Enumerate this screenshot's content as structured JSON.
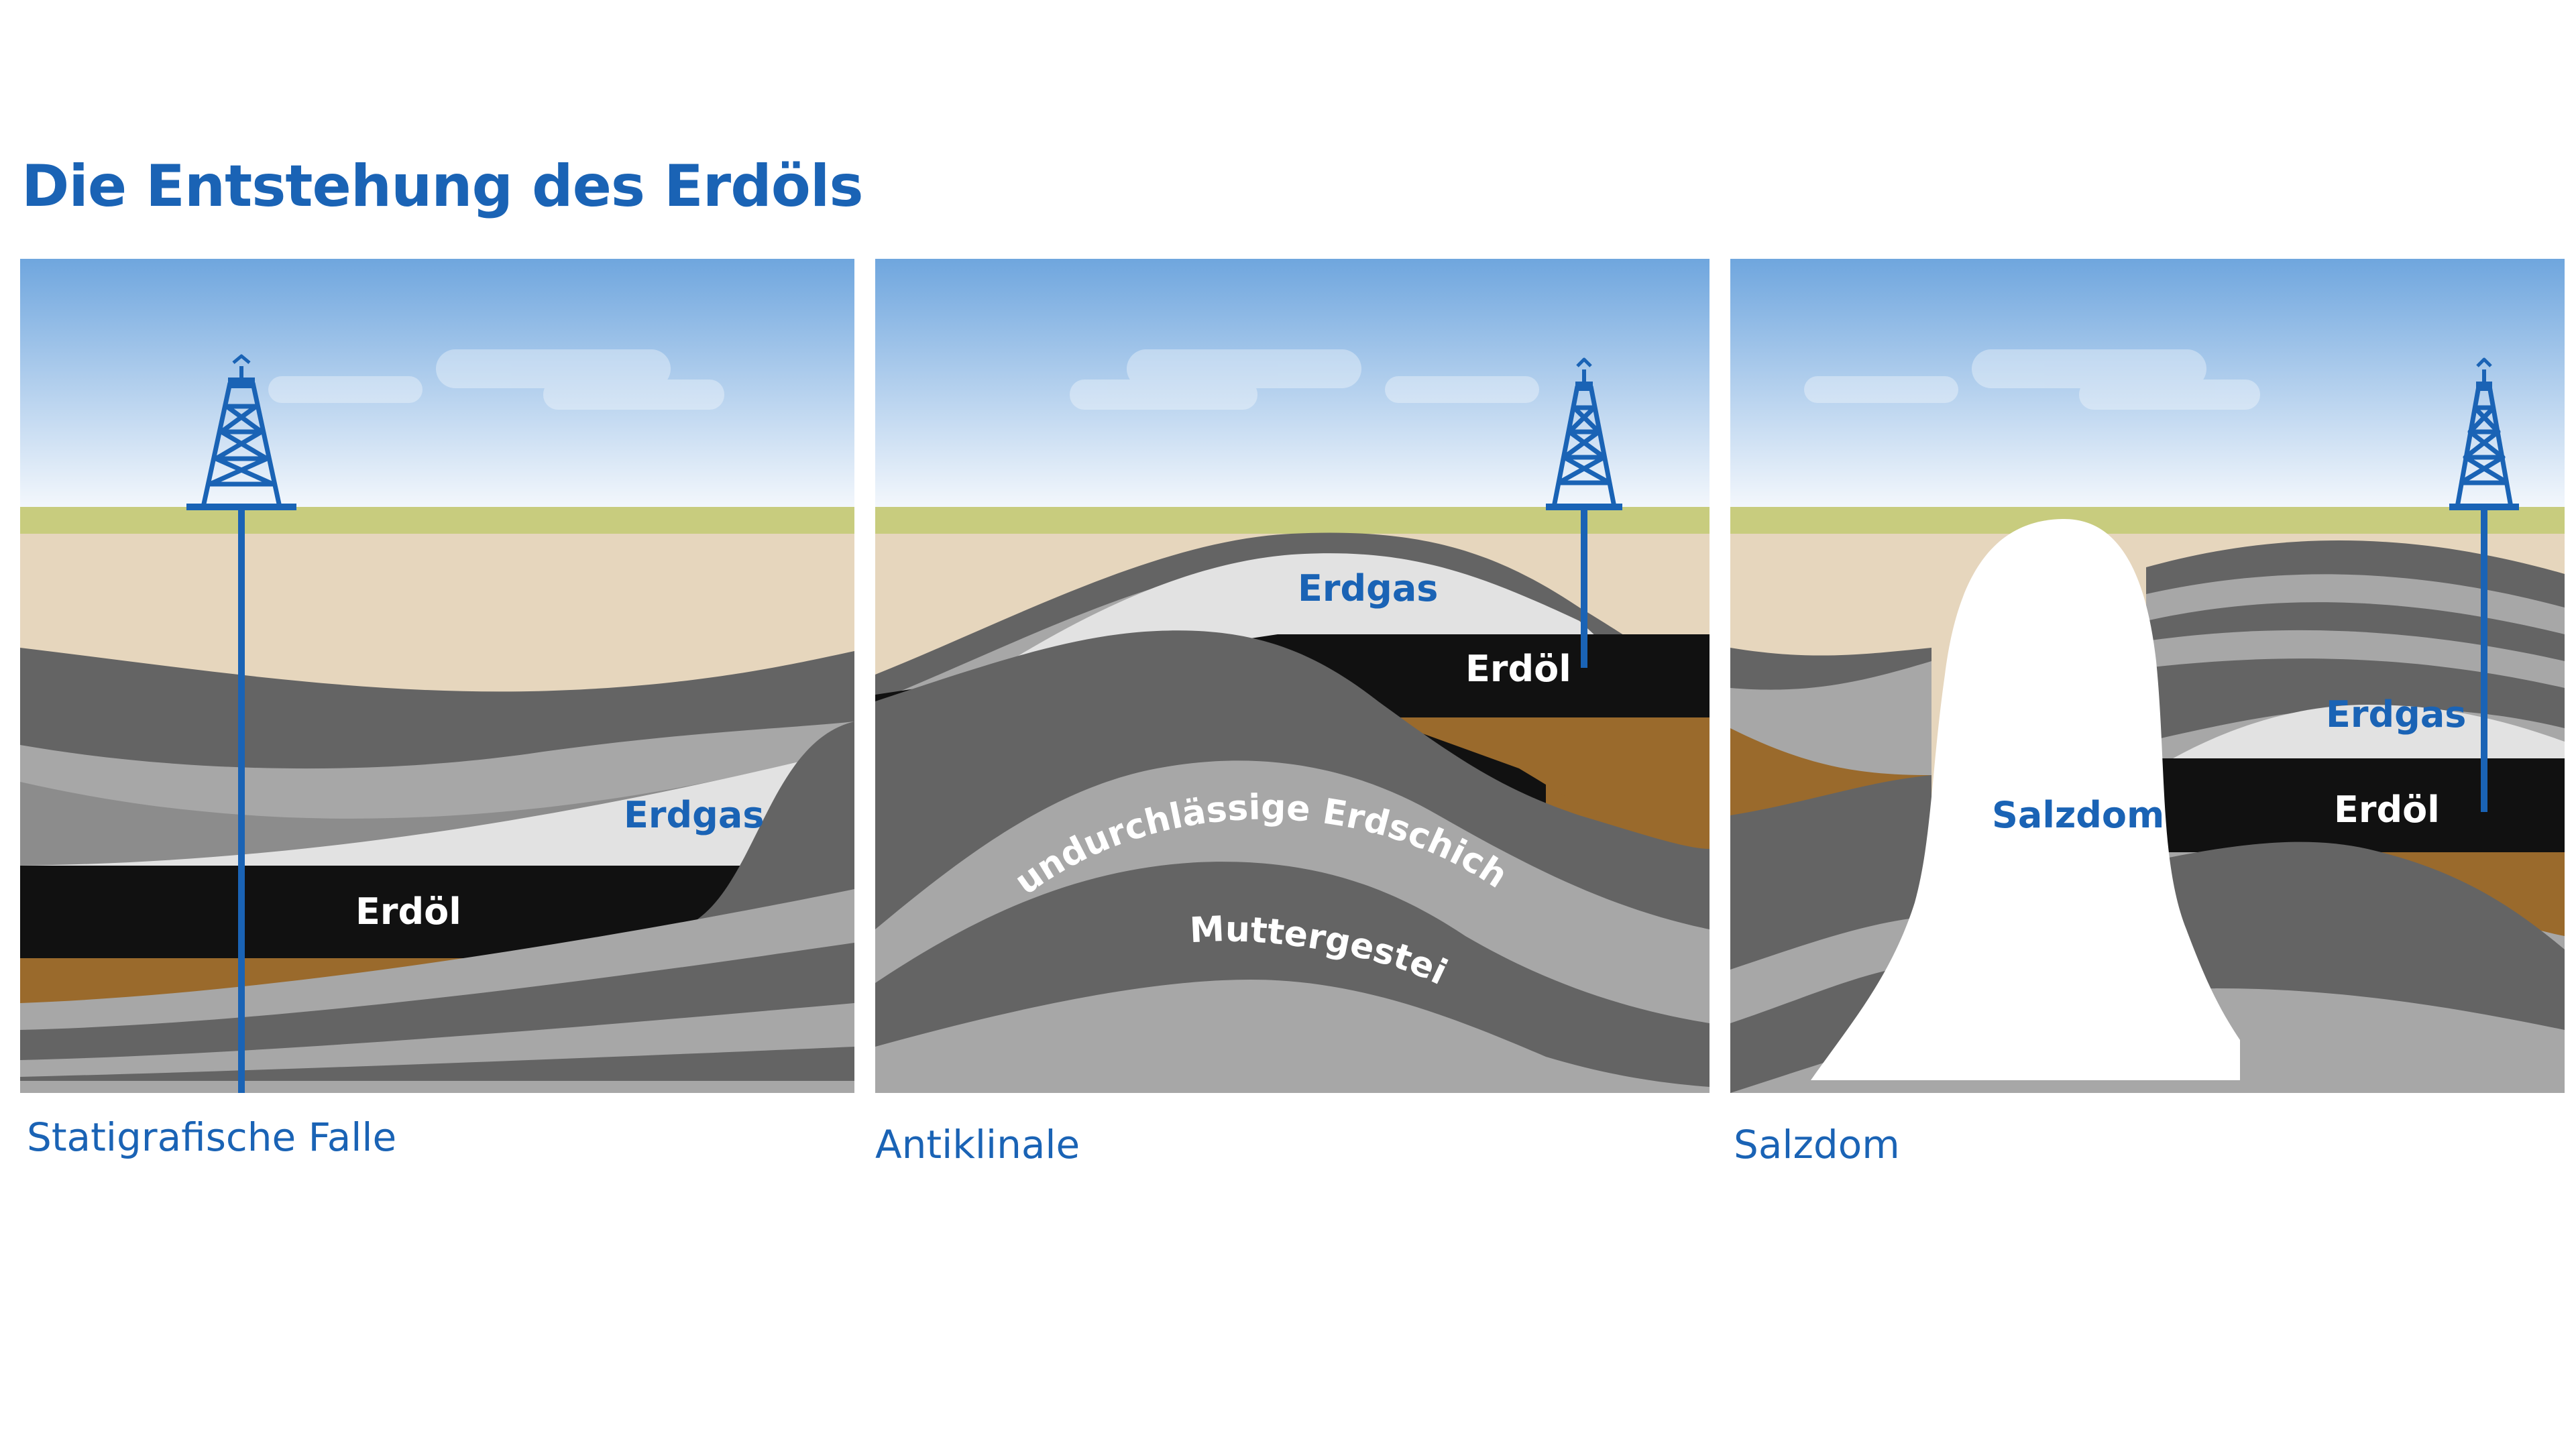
{
  "title": "Die Entstehung des Erdöls",
  "colors": {
    "accent_blue": "#1a63b5",
    "sky_top": "#6fa6de",
    "sky_bottom": "#f3f7fc",
    "grass": "#c8cc7e",
    "sand": "#e6d6bd",
    "rock_dark": "#646464",
    "rock_mid": "#8c8c8c",
    "rock_light": "#a7a7a7",
    "gas": "#e2e2e2",
    "oil": "#111111",
    "source_rock": "#9a6a2c",
    "salt": "#ffffff"
  },
  "icons": [
    "oil-derrick-icon",
    "oil-derrick-icon",
    "oil-derrick-icon"
  ],
  "panels": [
    {
      "caption": "Statigrafische Falle",
      "labels": {
        "gas": "Erdgas",
        "oil": "Erdöl"
      }
    },
    {
      "caption": "Antiklinale",
      "labels": {
        "gas": "Erdgas",
        "oil": "Erdöl",
        "seal": "undurchlässige Erdschicht",
        "source": "Muttergestein"
      }
    },
    {
      "caption": "Salzdom",
      "labels": {
        "gas": "Erdgas",
        "oil": "Erdöl",
        "salt": "Salzdom"
      }
    }
  ]
}
